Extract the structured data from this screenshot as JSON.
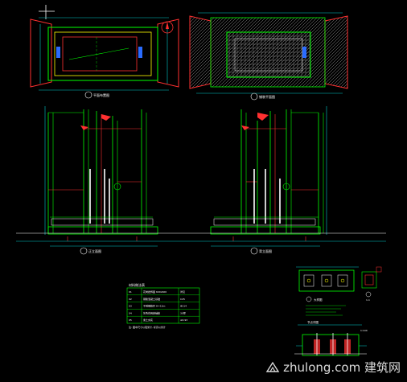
{
  "drawing": {
    "palette": {
      "frame": "#00ff00",
      "dim": "#00cccc",
      "wall": "#ff3030",
      "accent": "#ffff00",
      "blue": "#2a6cff",
      "hatch": "#9a9a9a",
      "text": "#ffffff"
    },
    "labels": {
      "plan_a_title": "平面布置图",
      "plan_b_title": "铺装平面图",
      "elev_a_title": "正立面图",
      "elev_b_title": "背立面图",
      "table_title": "材料做法表",
      "detail_a_title": "大样图",
      "detail_b_title": "节点详图",
      "section_tag": "1-1",
      "scale_note": "1:100"
    },
    "table_rows": [
      [
        "01",
        "花岗岩饰面 600x600",
        "详见"
      ],
      [
        "02",
        "钢筋混凝土基础",
        "C25"
      ],
      [
        "03",
        "不锈钢旗杆 H=12m",
        "Φ114"
      ],
      [
        "04",
        "灰色花岗岩铺装",
        "30厚"
      ],
      [
        "05",
        "素土夯实",
        "≥0.93"
      ]
    ],
    "table_note": "注: 图中尺寸以毫米计, 标高以米计"
  },
  "watermark": {
    "text": "zhulong.com 建筑网"
  }
}
